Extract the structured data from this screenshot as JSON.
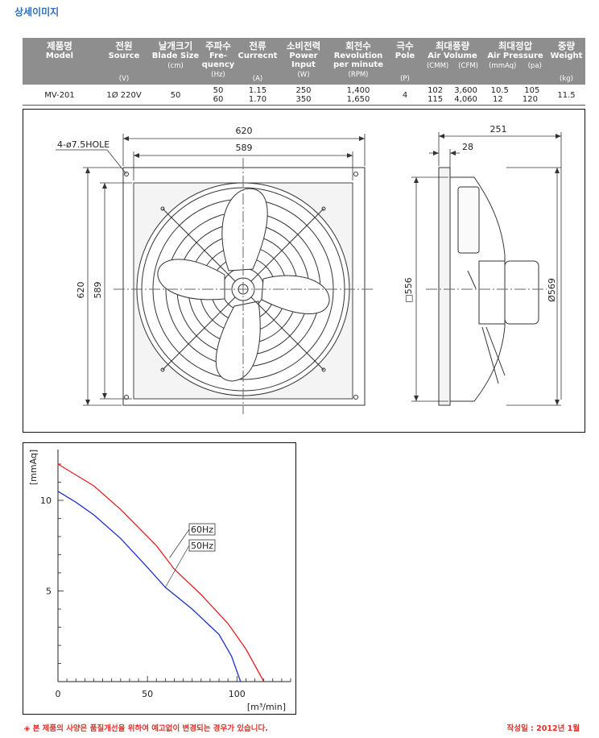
{
  "page": {
    "section_title": "상세이미지",
    "footnote": "◈ 본 제품의 사양은 품질개선을 위하여 예고없이 변경되는 경우가 있습니다.",
    "date": "작성일 : 2012년 1월"
  },
  "spec_table": {
    "headers": [
      {
        "ko": "제품명",
        "en": "Model",
        "unit": ""
      },
      {
        "ko": "전원",
        "en": "Source",
        "unit": "(V)"
      },
      {
        "ko": "날개크기",
        "en": "Blade Size",
        "unit": "(cm)"
      },
      {
        "ko": "주파수",
        "en": "Fre-quency",
        "unit": "(Hz)"
      },
      {
        "ko": "전류",
        "en": "Currecnt",
        "unit": "(A)"
      },
      {
        "ko": "소비전력",
        "en": "Power Input",
        "unit": "(W)"
      },
      {
        "ko": "회전수",
        "en": "Revolution per minute",
        "unit": "(RPM)"
      },
      {
        "ko": "극수",
        "en": "Pole",
        "unit": "(P)"
      },
      {
        "ko": "최대풍량",
        "en": "Air Volume",
        "unit_a": "(CMM)",
        "unit_b": "(CFM)"
      },
      {
        "ko": "최대정압",
        "en": "Air Pressure",
        "unit_a": "(mmAq)",
        "unit_b": "(pa)"
      },
      {
        "ko": "중량",
        "en": "Weight",
        "unit": "(kg)"
      }
    ],
    "row": {
      "model": "MV-201",
      "source": "1Ø 220V",
      "blade": "50",
      "freq": [
        "50",
        "60"
      ],
      "current": [
        "1.15",
        "1.70"
      ],
      "power": [
        "250",
        "350"
      ],
      "rpm": [
        "1,400",
        "1,650"
      ],
      "pole": "4",
      "air_volume_cmm": [
        "102",
        "115"
      ],
      "air_volume_cfm": [
        "3,600",
        "4,060"
      ],
      "pressure_mmaq": [
        "10.5",
        "12"
      ],
      "pressure_pa": [
        "105",
        "120"
      ],
      "weight": "11.5"
    }
  },
  "drawing": {
    "front": {
      "width_outer": "620",
      "width_inner": "589",
      "height_outer": "620",
      "height_inner": "589",
      "hole_note": "4-ø7.5HOLE"
    },
    "side": {
      "depth": "251",
      "flange": "28",
      "square": "□556",
      "diameter": "Ø569"
    }
  },
  "chart_data": {
    "type": "line",
    "ylabel": "[mmAq]",
    "xlabel": "[m³/min]",
    "xlim": [
      0,
      130
    ],
    "ylim": [
      0,
      12.8
    ],
    "xticks": [
      0,
      50,
      100
    ],
    "yticks": [
      5,
      10
    ],
    "series": [
      {
        "name": "60Hz",
        "color": "#e02020",
        "x": [
          0,
          10,
          20,
          35,
          55,
          65,
          80,
          95,
          105,
          115
        ],
        "y": [
          12.0,
          11.4,
          10.8,
          9.5,
          7.5,
          6.2,
          4.8,
          3.2,
          1.8,
          0
        ]
      },
      {
        "name": "50Hz",
        "color": "#1d2fc8",
        "x": [
          0,
          10,
          20,
          35,
          50,
          60,
          75,
          90,
          97,
          102
        ],
        "y": [
          10.5,
          9.9,
          9.2,
          7.9,
          6.3,
          5.2,
          4.0,
          2.6,
          1.4,
          0
        ]
      }
    ]
  }
}
